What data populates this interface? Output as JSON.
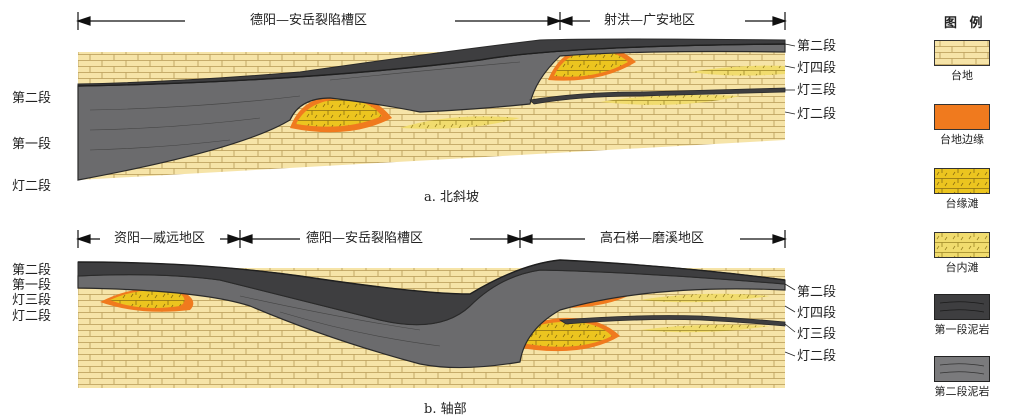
{
  "colors": {
    "platform_fill": "#f6e4a8",
    "platform_line": "#b79a55",
    "edge": "#f07a1e",
    "shoal_fill": "#ecc51f",
    "shoal_light": "#f1dc6e",
    "mud": "#6b6b6d",
    "mud_dark": "#3e3e40",
    "mud_line": "#2a2a2a"
  },
  "panel_a": {
    "caption": "a. 北斜坡",
    "region_left": "德阳—安岳裂陷槽区",
    "region_right": "射洪—广安地区",
    "left_labels": [
      "第二段",
      "第一段",
      "灯二段"
    ],
    "right_labels": [
      "第二段",
      "灯四段",
      "灯三段",
      "灯二段"
    ]
  },
  "panel_b": {
    "caption": "b. 轴部",
    "region_left": "资阳—威远地区",
    "region_mid": "德阳—安岳裂陷槽区",
    "region_right": "高石梯—磨溪地区",
    "left_labels": [
      "第二段",
      "第一段",
      "灯三段",
      "灯二段"
    ],
    "right_labels": [
      "第二段",
      "灯四段",
      "灯三段",
      "灯二段"
    ]
  },
  "legend": {
    "title": "图 例",
    "items": [
      {
        "name": "platform",
        "label": "台地"
      },
      {
        "name": "platform-edge",
        "label": "台地边缘"
      },
      {
        "name": "margin-shoal",
        "label": "台缘滩"
      },
      {
        "name": "inner-shoal",
        "label": "台内滩"
      },
      {
        "name": "member1-mudstone",
        "label": "第一段泥岩"
      },
      {
        "name": "member2-mudstone",
        "label": "第二段泥岩"
      }
    ]
  }
}
